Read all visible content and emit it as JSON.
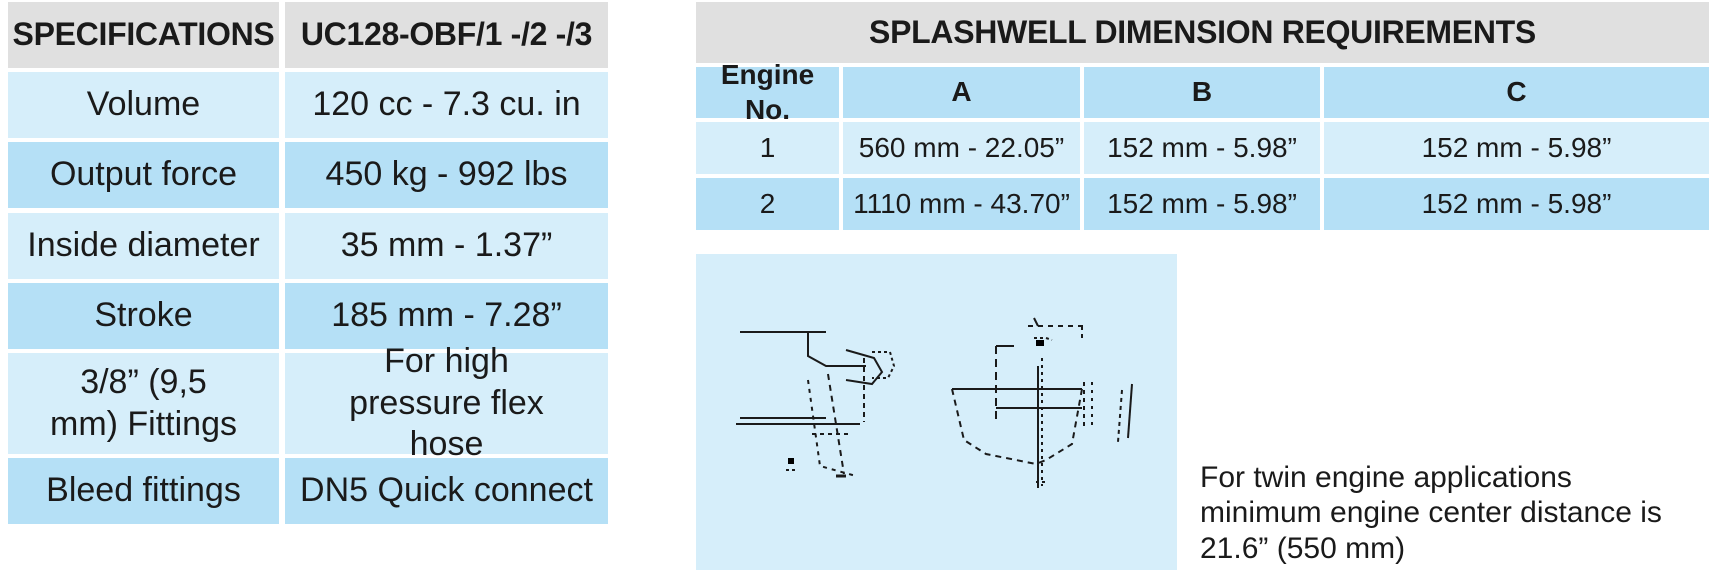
{
  "specifications_table": {
    "header_left": "SPECIFICATIONS",
    "header_right": "UC128-OBF/1 -/2 -/3",
    "rows": [
      {
        "label": "Volume",
        "value": "120 cc - 7.3 cu. in"
      },
      {
        "label": "Output force",
        "value": "450 kg - 992 lbs"
      },
      {
        "label": "Inside diameter",
        "value": "35 mm - 1.37”"
      },
      {
        "label": "Stroke",
        "value": "185 mm - 7.28”"
      },
      {
        "label": "3/8” (9,5 mm) Fittings",
        "value": "For high pressure flex hose"
      },
      {
        "label": "Bleed fittings",
        "value": "DN5 Quick connect"
      }
    ]
  },
  "splashwell_table": {
    "title": "SPLASHWELL DIMENSION REQUIREMENTS",
    "columns": [
      "Engine No.",
      "A",
      "B",
      "C"
    ],
    "rows": [
      {
        "engine": "1",
        "a": "560 mm - 22.05”",
        "b": "152 mm - 5.98”",
        "c": "152 mm - 5.98”"
      },
      {
        "engine": "2",
        "a": "1110 mm - 43.70”",
        "b": "152 mm - 5.98”",
        "c": "152 mm - 5.98”"
      }
    ]
  },
  "note": "For twin engine applications minimum engine center distance is 21.6” (550 mm)",
  "colors": {
    "header_gray": "#e0e0e0",
    "row_light_blue": "#d6eefa",
    "row_dark_blue": "#b5e0f6"
  }
}
